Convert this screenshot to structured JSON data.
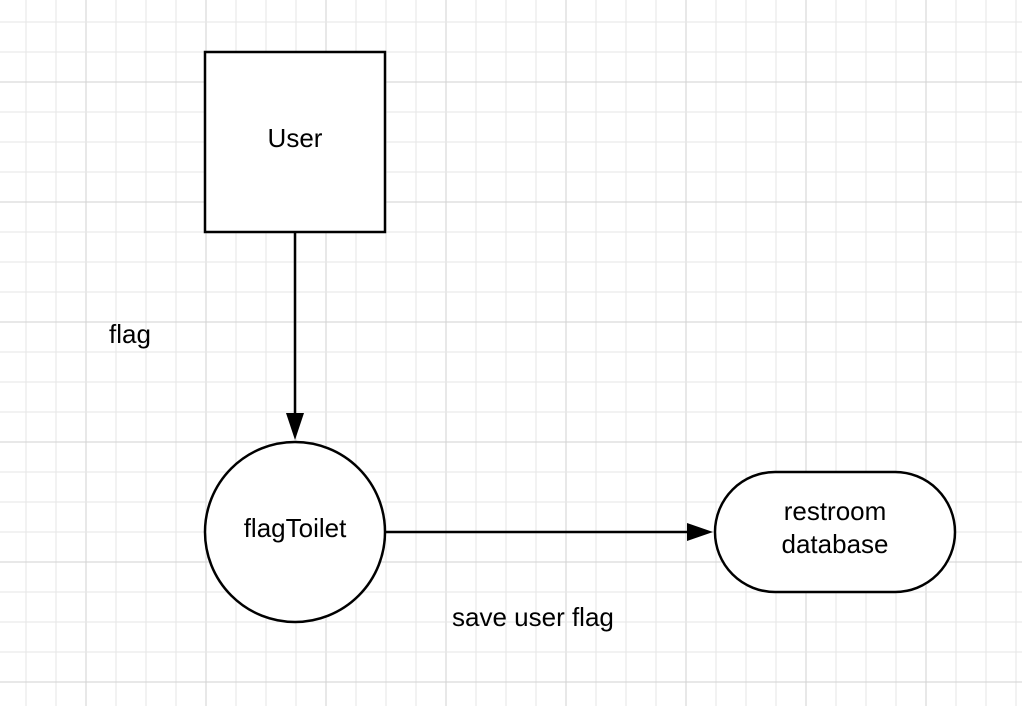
{
  "diagram": {
    "nodes": {
      "user": {
        "label": "User",
        "shape": "square"
      },
      "flag_toilet": {
        "label": "flagToilet",
        "shape": "circle"
      },
      "restroom_database": {
        "label_line1": "restroom",
        "label_line2": "database",
        "shape": "rounded-rectangle"
      }
    },
    "edges": {
      "user_to_flag_toilet": {
        "label": "flag"
      },
      "flag_toilet_to_database": {
        "label": "save user flag"
      }
    }
  },
  "colors": {
    "stroke": "#000000",
    "background": "#ffffff",
    "grid_minor": "#e6e6e6",
    "grid_major": "#d2d2d2"
  }
}
